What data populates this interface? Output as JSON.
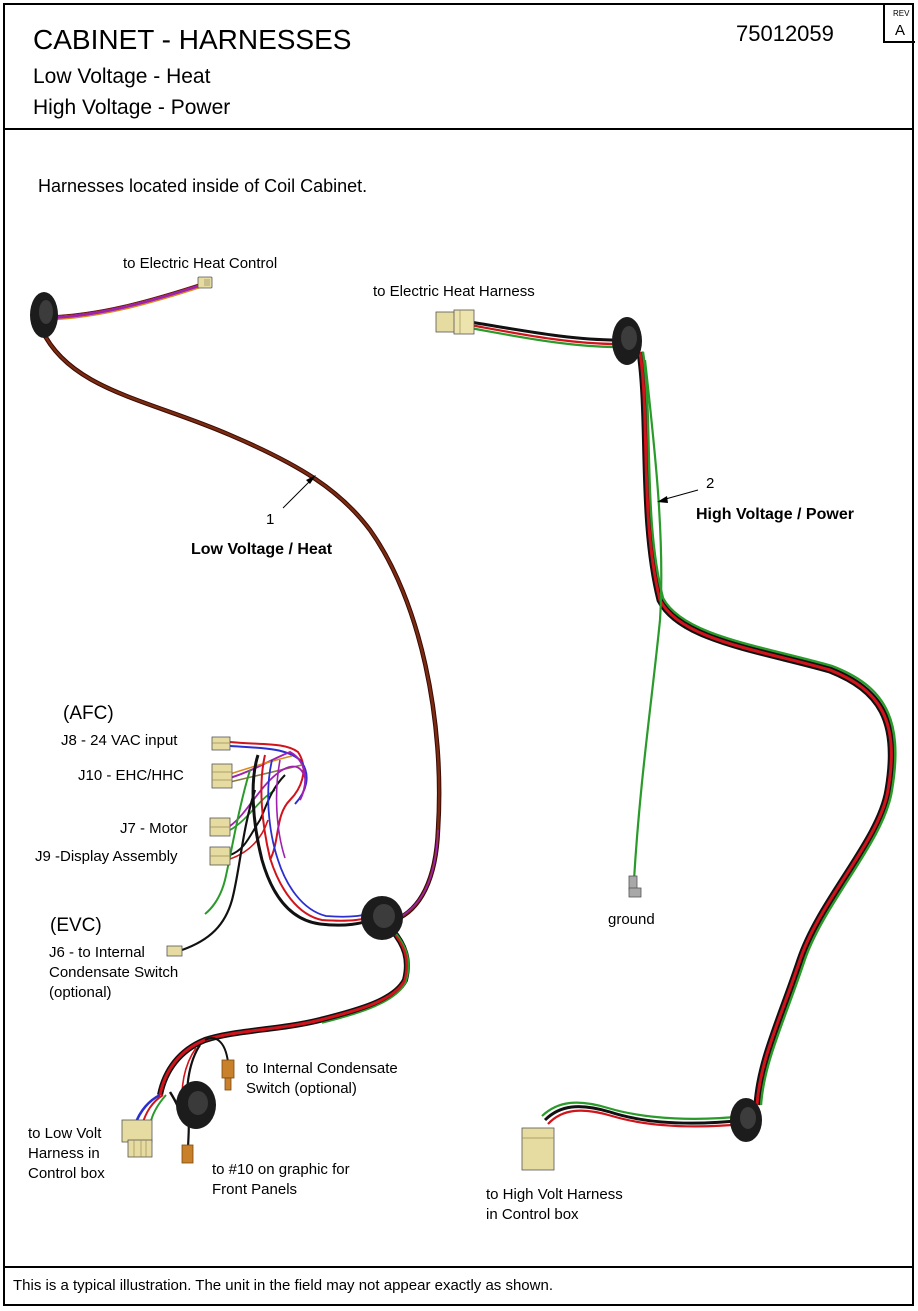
{
  "header": {
    "title": "CABINET - HARNESSES",
    "subtitle_1": "Low Voltage - Heat",
    "subtitle_2": "High Voltage - Power",
    "part_number": "75012059",
    "rev_label": "REV",
    "rev_value": "A"
  },
  "intro": "Harnesses located inside of Coil Cabinet.",
  "harness_1": {
    "item_number": "1",
    "name": "Low Voltage / Heat",
    "to_heat_control": "to Electric Heat Control",
    "afc_group": "(AFC)",
    "j8": "J8 - 24 VAC input",
    "j10": "J10 - EHC/HHC",
    "j7": "J7 - Motor",
    "j9": "J9 -Display Assembly",
    "evc_group": "(EVC)",
    "j6": "J6 - to Internal\nCondensate Switch\n(optional)",
    "to_condensate_switch": "to Internal Condensate\nSwitch (optional)",
    "to_low_volt": "to Low Volt\nHarness in\nControl box",
    "to_front_panels": "to #10 on graphic for\nFront Panels"
  },
  "harness_2": {
    "item_number": "2",
    "name": "High Voltage / Power",
    "to_heat_harness": "to Electric Heat Harness",
    "ground": "ground",
    "to_high_volt": "to High Volt Harness\nin Control box"
  },
  "footer_note": "This is a typical illustration.  The unit in the field may not appear exactly as shown.",
  "wire_colors": {
    "red": "#d1131b",
    "dark_red": "#6b1208",
    "brown": "#7a2b10",
    "black": "#111111",
    "green": "#2a9b2a",
    "blue": "#2b2fd0",
    "purple": "#a020b0",
    "orange": "#d98b1a",
    "connector_tan": "#e6dba1",
    "connector_orange": "#c9802a",
    "grommet": "#1c1c1c"
  }
}
